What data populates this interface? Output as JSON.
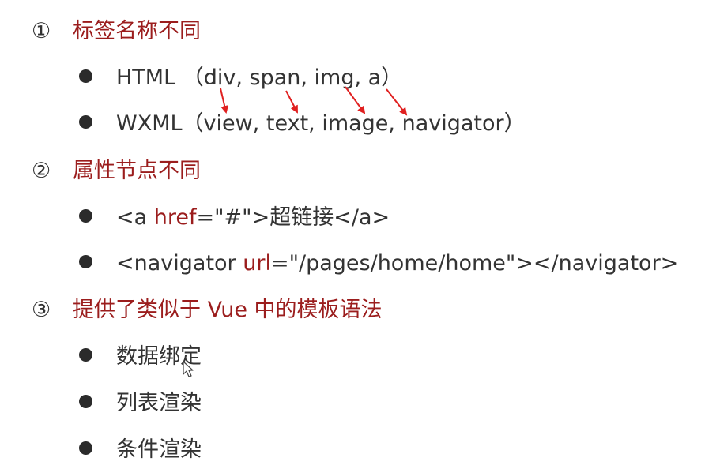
{
  "sections": [
    {
      "num": "①",
      "title": "标签名称不同",
      "bullets": [
        {
          "text": "HTML （div, span, img, a）"
        },
        {
          "text": "WXML（view, text, image, navigator）"
        }
      ]
    },
    {
      "num": "②",
      "title": "属性节点不同",
      "bullets": [
        {
          "pre": "<a ",
          "attr": "href",
          "post": "=\"#\">超链接</a>"
        },
        {
          "pre": "<navigator ",
          "attr": "url",
          "post": "=\"/pages/home/home\"></navigator>"
        }
      ]
    },
    {
      "num": "③",
      "title": "提供了类似于 Vue 中的模板语法",
      "bullets": [
        {
          "text": "数据绑定"
        },
        {
          "text": "列表渲染"
        },
        {
          "text": "条件渲染"
        }
      ]
    }
  ],
  "colors": {
    "accent": "#9b1d1d",
    "text": "#333333",
    "annotation": "#e02020"
  },
  "icons": {
    "cursor": "mouse-pointer-icon"
  }
}
